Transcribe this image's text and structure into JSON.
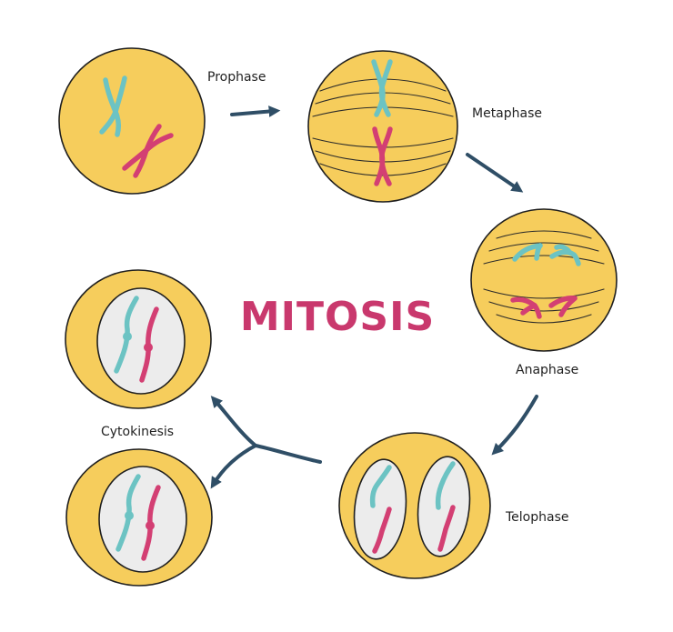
{
  "title": "MITOSIS",
  "stages": {
    "prophase": "Prophase",
    "metaphase": "Metaphase",
    "anaphase": "Anaphase",
    "telophase": "Telophase",
    "cytokinesis": "Cytokinesis"
  },
  "colors": {
    "cell": "#f6cd5c",
    "outline": "#1f1f1f",
    "nucleus": "#ececec",
    "chromosome_a": "#6cc3c3",
    "chromosome_b": "#d33f73",
    "arrow": "#2f4e66",
    "title": "#c9386d"
  }
}
